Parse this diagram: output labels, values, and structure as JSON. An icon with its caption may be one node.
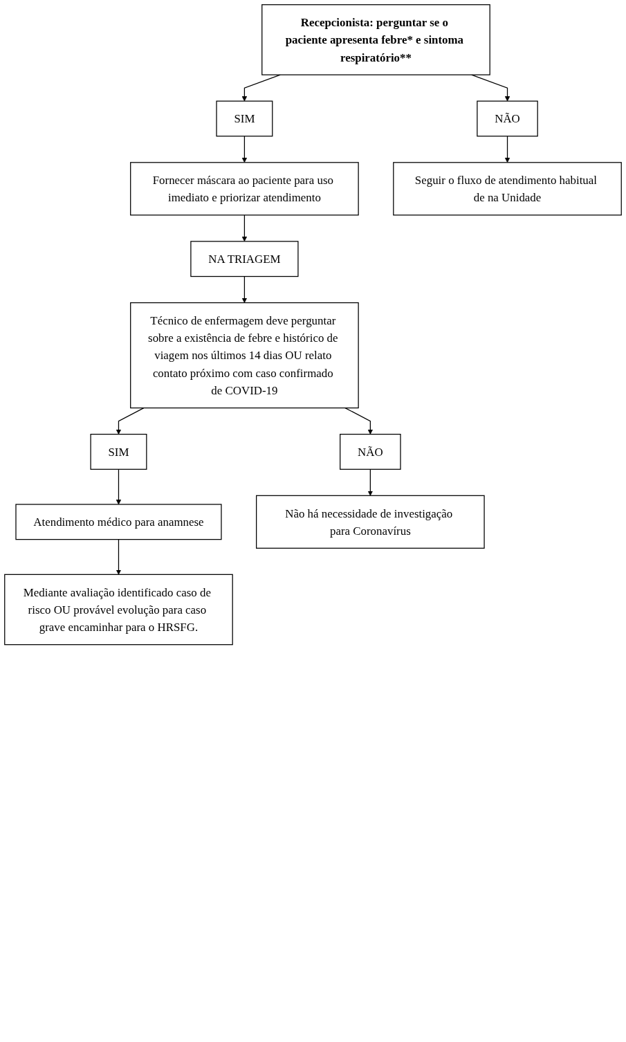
{
  "diagram": {
    "nodes": [
      {
        "text": [
          "Recepcionista: perguntar se o paciente apresenta febre* e sintoma respiratório**"
        ]
      },
      {
        "text": [
          "SIM"
        ]
      },
      {
        "text": [
          "NÃO"
        ]
      },
      {
        "text": [
          "Fornecer máscara ao paciente para uso imediato e priorizar atendimento"
        ]
      },
      {
        "text": [
          "Seguir o fluxo de atendimento habitual de na Unidade"
        ]
      },
      {
        "text": [
          "NA TRIAGEM"
        ]
      },
      {
        "text": [
          "Técnico de enfermagem deve perguntar sobre a existência de febre e histórico de viagem nos últimos 14 dias OU relato contato próximo com caso confirmado de COVID-19"
        ]
      },
      {
        "text": [
          "SIM"
        ]
      },
      {
        "text": [
          "NÃO"
        ]
      },
      {
        "text": [
          "Atendimento médico para anamnese"
        ]
      },
      {
        "text": [
          "Não há necessidade de investigação para Coronavírus"
        ]
      },
      {
        "text": [
          "Mediante avaliação identificado caso de risco OU provável evolução para caso grave encaminhar para o HRSFG."
        ]
      }
    ],
    "edges": [
      {
        "from": 0,
        "to": 1,
        "arrow": "to"
      },
      {
        "from": 0,
        "to": 2,
        "arrow": "to"
      },
      {
        "from": 1,
        "to": 3,
        "arrow": "to"
      },
      {
        "from": 2,
        "to": 4,
        "arrow": "to"
      },
      {
        "from": 3,
        "to": 5,
        "arrow": "to"
      },
      {
        "from": 5,
        "to": 6,
        "arrow": "to"
      },
      {
        "from": 6,
        "to": 7,
        "arrow": "to"
      },
      {
        "from": 6,
        "to": 8,
        "arrow": "to"
      },
      {
        "from": 7,
        "to": 9,
        "arrow": "to"
      },
      {
        "from": 8,
        "to": 10,
        "arrow": "to"
      },
      {
        "from": 9,
        "to": 11,
        "arrow": "to"
      }
    ]
  }
}
